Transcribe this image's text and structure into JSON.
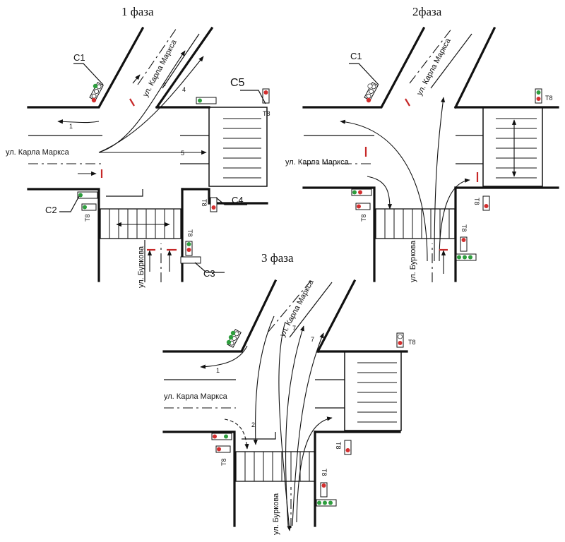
{
  "phases": [
    {
      "title": "1 фаза",
      "street_horizontal": "ул. Карла Маркса",
      "street_diagonal": "ул. Карла Маркса",
      "street_vertical": "ул. Буркова",
      "signals": [
        "С1",
        "С2",
        "С3",
        "С4",
        "С5"
      ],
      "signal_type": "Т8",
      "movements": [
        "1",
        "4",
        "4",
        "5"
      ]
    },
    {
      "title": "2фаза",
      "street_horizontal": "ул. Карла Маркса",
      "street_diagonal": "ул. Карла Маркса",
      "street_vertical": "ул. Буркова",
      "signals": [
        "С1"
      ],
      "signal_type": "Т8"
    },
    {
      "title": "3 фаза",
      "street_horizontal": "ул. Карла Маркса",
      "street_diagonal": "ул. Карла Маркса",
      "street_vertical": "ул. Буркова",
      "signal_type": "Т8",
      "movements": [
        "1",
        "2",
        "7",
        "7"
      ]
    }
  ],
  "colors": {
    "lines": "#111111",
    "stop_line": "#c62828",
    "signal_green": "#2e9e3e",
    "signal_red": "#d32f2f"
  }
}
